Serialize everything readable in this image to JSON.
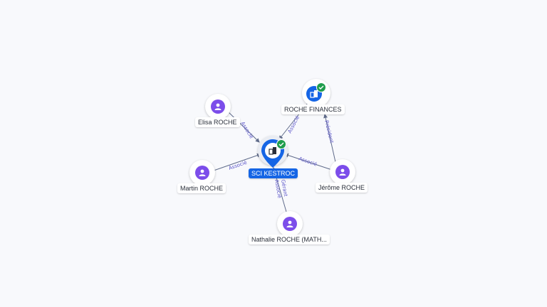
{
  "nodes": {
    "sci_kestroc": {
      "label": "SCI KESTROC"
    },
    "roche_finances": {
      "label": "ROCHE FINANCES"
    },
    "elisa": {
      "label": "Elisa ROCHE"
    },
    "martin": {
      "label": "Martin ROCHE"
    },
    "jerome": {
      "label": "Jérôme ROCHE"
    },
    "nathalie": {
      "label": "Nathalie ROCHE (MATH..."
    }
  },
  "edges": {
    "elisa_sci": "Associé",
    "martin_sci": "Associé",
    "jerome_sci": "Associé",
    "finances_sci": "Associé",
    "jerome_finances": "Président",
    "nathalie_sci_gerant": "Gérant",
    "nathalie_sci_associe": "Associé"
  },
  "colors": {
    "primary": "#1565e5",
    "person": "#7c4dea",
    "verified": "#1f9d4c",
    "edge_label": "#5b55c9"
  },
  "icons": {
    "person": "person-icon",
    "company": "building-icon",
    "verified": "check-icon",
    "primary_pin": "map-pin-icon"
  }
}
